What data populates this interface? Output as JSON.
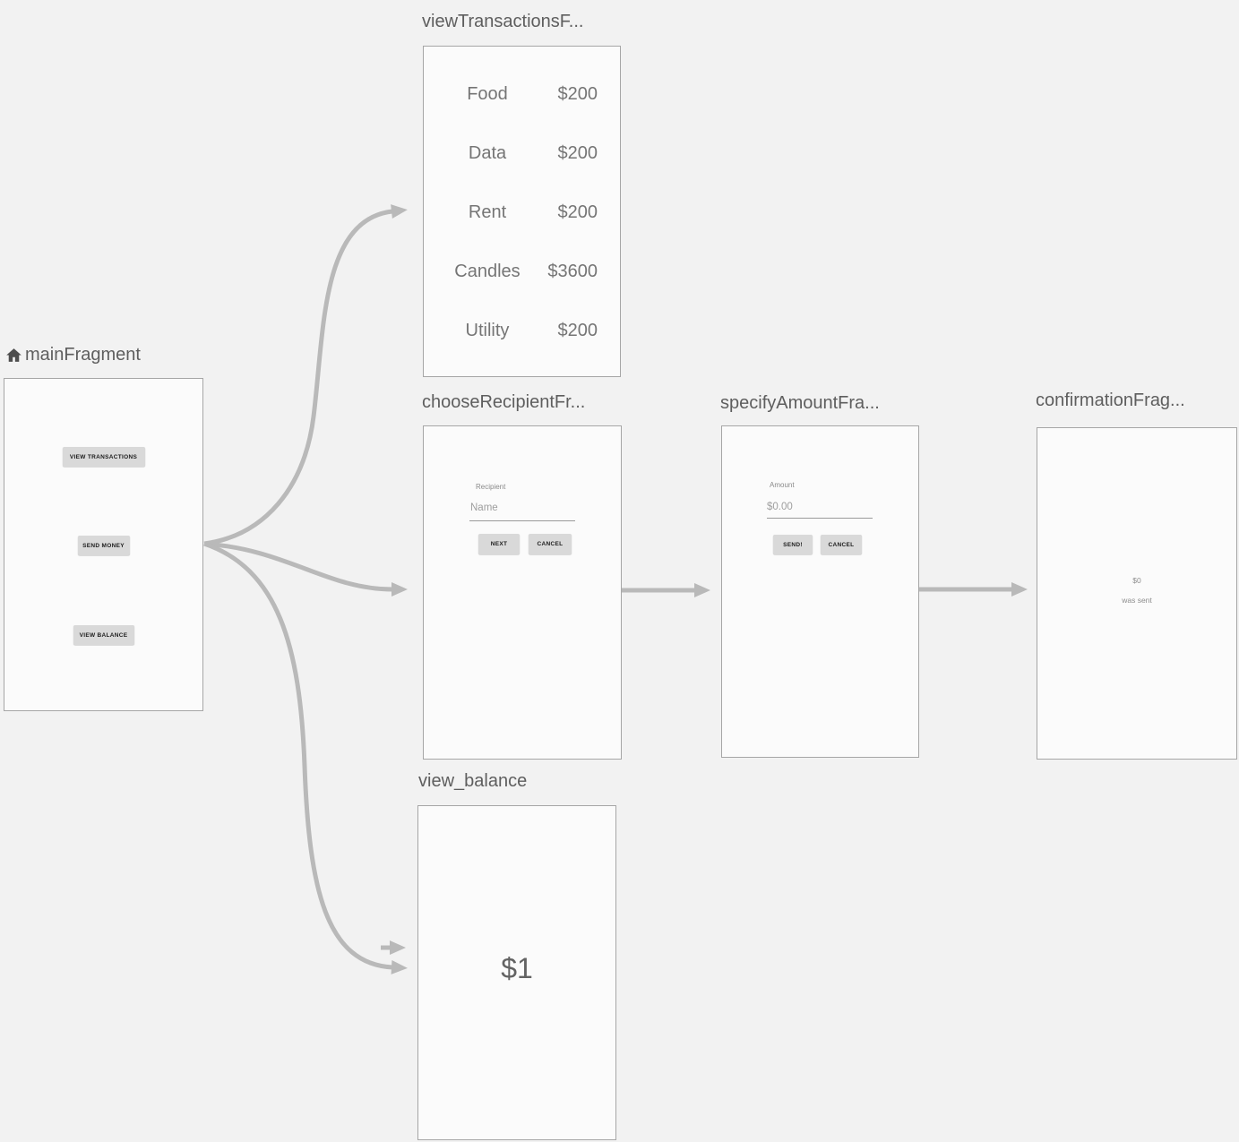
{
  "editor": {
    "name": "navigation-graph"
  },
  "colors": {
    "background": "#f2f2f2",
    "panel_fill": "#fbfbfb",
    "panel_border": "#a6a6a6",
    "arrow": "#b9b9b9",
    "title_text": "#5e5e5e",
    "preview_text": "#757575",
    "button_fill": "#d9d9d9",
    "button_text": "#1c1c1c"
  },
  "fragments": {
    "main": {
      "title": "mainFragment",
      "buttons": [
        {
          "label": "VIEW TRANSACTIONS"
        },
        {
          "label": "SEND MONEY"
        },
        {
          "label": "VIEW BALANCE"
        }
      ]
    },
    "view_transactions": {
      "title": "viewTransactionsF...",
      "rows": [
        {
          "label": "Food",
          "amount": "$200"
        },
        {
          "label": "Data",
          "amount": "$200"
        },
        {
          "label": "Rent",
          "amount": "$200"
        },
        {
          "label": "Candles",
          "amount": "$3600"
        },
        {
          "label": "Utility",
          "amount": "$200"
        }
      ]
    },
    "choose_recipient": {
      "title": "chooseRecipientFr...",
      "field_label": "Recipient",
      "field_placeholder": "Name",
      "next_label": "NEXT",
      "cancel_label": "CANCEL"
    },
    "specify_amount": {
      "title": "specifyAmountFra...",
      "field_label": "Amount",
      "field_placeholder": "$0.00",
      "send_label": "SEND!",
      "cancel_label": "CANCEL"
    },
    "confirmation": {
      "title": "confirmationFrag...",
      "amount": "$0",
      "message": "was sent"
    },
    "view_balance": {
      "title": "view_balance",
      "balance": "$1"
    }
  }
}
